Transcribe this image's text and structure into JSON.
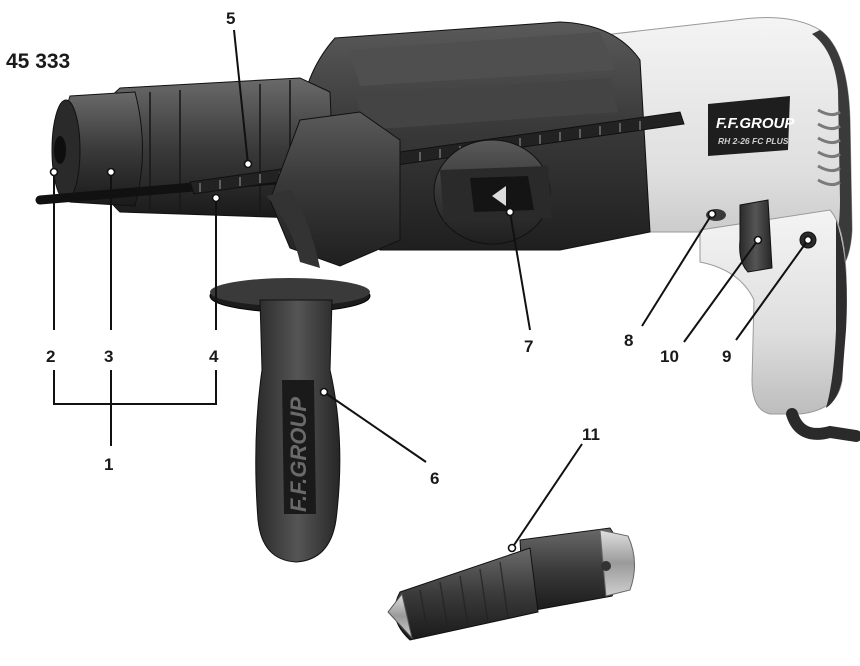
{
  "model_number": "45 333",
  "brand": {
    "logo_text": "F.F.GROUP",
    "model_badge": "RH 2-26 FC PLUS",
    "handle_text": "F.F.GROUP"
  },
  "callouts": [
    {
      "id": "1",
      "label": "1"
    },
    {
      "id": "2",
      "label": "2"
    },
    {
      "id": "3",
      "label": "3"
    },
    {
      "id": "4",
      "label": "4"
    },
    {
      "id": "5",
      "label": "5"
    },
    {
      "id": "6",
      "label": "6"
    },
    {
      "id": "7",
      "label": "7"
    },
    {
      "id": "8",
      "label": "8"
    },
    {
      "id": "9",
      "label": "9"
    },
    {
      "id": "10",
      "label": "10"
    },
    {
      "id": "11",
      "label": "11"
    }
  ],
  "colors": {
    "body_dark": "#2e2e2e",
    "body_mid": "#4a4a4a",
    "body_light": "#dcdcdc",
    "accent": "#111111"
  }
}
